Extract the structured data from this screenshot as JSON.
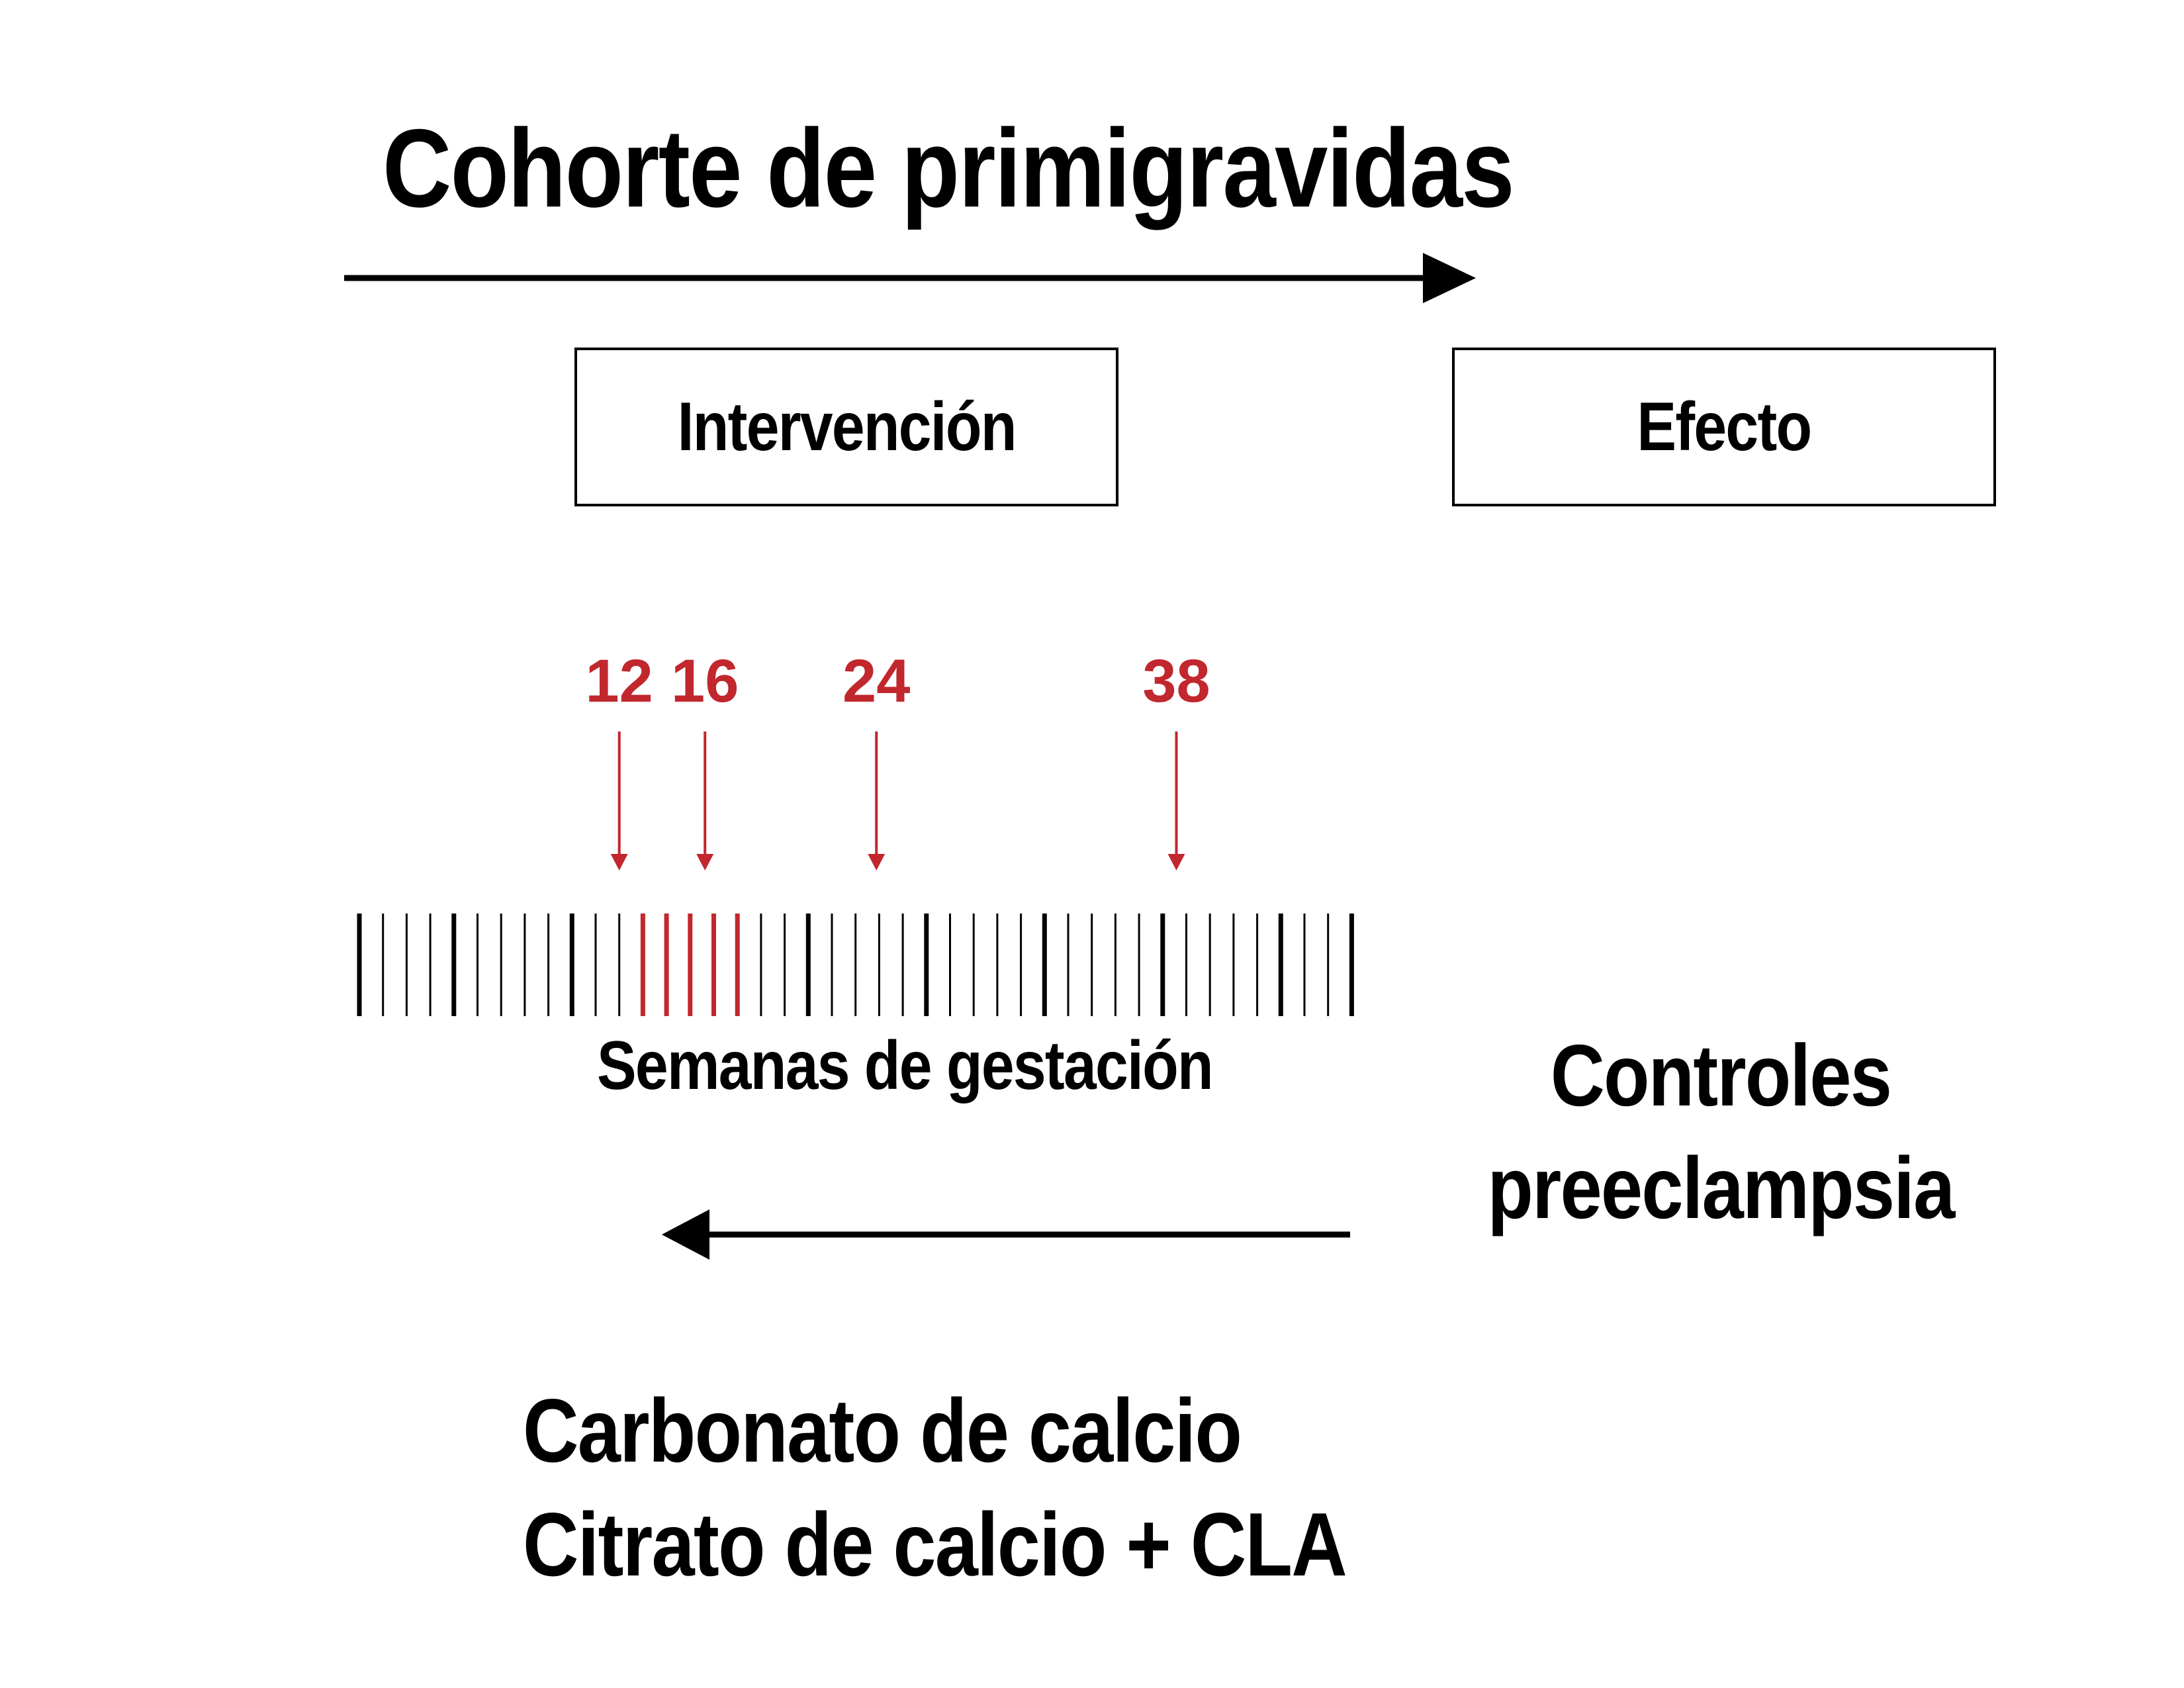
{
  "title": "Cohorte de primigravidas",
  "boxes": {
    "intervention": "Intervención",
    "effect": "Efecto"
  },
  "colors": {
    "accent": "#c1272d",
    "ink": "#000000"
  },
  "timeline": {
    "label": "Semanas de gestación",
    "markers": [
      {
        "week": 12,
        "label": "12"
      },
      {
        "week": 16,
        "label": "16"
      },
      {
        "week": 24,
        "label": "24"
      },
      {
        "week": 38,
        "label": "38"
      }
    ]
  },
  "controls": {
    "line1": "Controles",
    "line2": "preeclampsia"
  },
  "treatments": [
    "Carbonato de calcio",
    "Citrato de calcio + CLA"
  ]
}
